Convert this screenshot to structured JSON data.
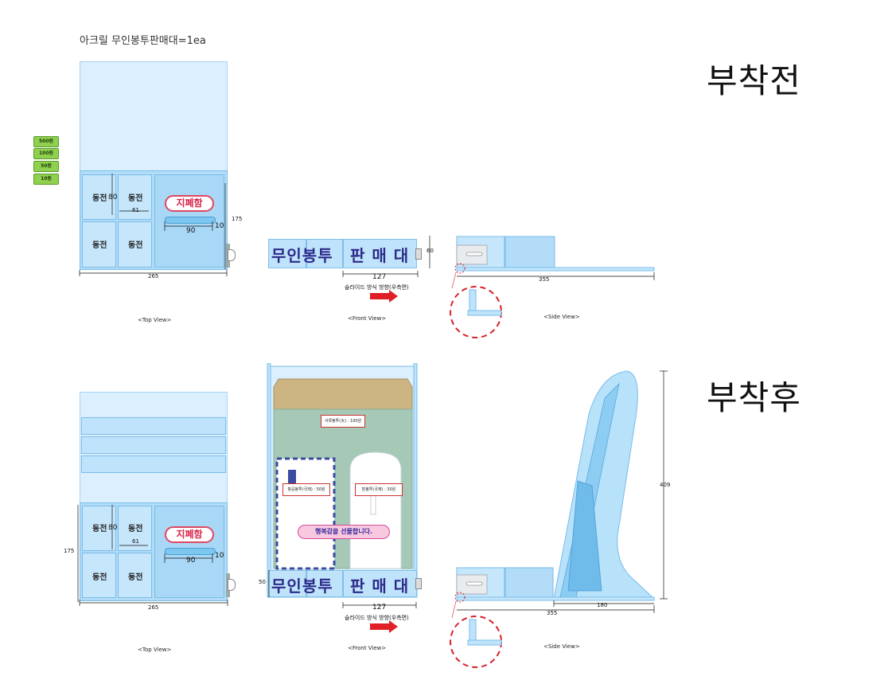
{
  "title": "아크릴 무인봉투판매대=1ea",
  "sections": {
    "before": "부착전",
    "after": "부착후"
  },
  "coin_tags": [
    "500원",
    "100원",
    "50원",
    "10원"
  ],
  "top_view": {
    "cells": [
      "동전",
      "동전",
      "동전",
      "동전"
    ],
    "badge": "지폐함",
    "dims": {
      "cell_h": "80",
      "cell_w": "61",
      "slot_w": "90",
      "slot_h": "10",
      "height": "175",
      "width": "265"
    },
    "caption": "<Top View>"
  },
  "front_view": {
    "banner": [
      "무인봉투",
      "판 매 대"
    ],
    "dims": {
      "height": "60",
      "height_after": "50",
      "width": "127"
    },
    "slide_note": "슬라이드 방식 방향(우측면)",
    "caption": "<Front View>",
    "envelopes": {
      "large": "서류봉투(大) : 100원",
      "airmail": "항공봉투(국제) : 50원",
      "plain": "편봉투(국제) : 30원",
      "slogan": "행복감을 선물합니다."
    }
  },
  "side_view": {
    "dims": {
      "length": "355",
      "stand_len": "180",
      "stand_h": "409"
    },
    "caption": "<Side View>"
  },
  "colors": {
    "acrylic_light": "#dcefff",
    "acrylic_mid": "#bfe3fb",
    "acrylic_edge": "#79bde8",
    "banner_text": "#2c2a8a",
    "badge": "#d8244a",
    "arrow": "#e01f26",
    "detail_circle": "#d8202a"
  }
}
